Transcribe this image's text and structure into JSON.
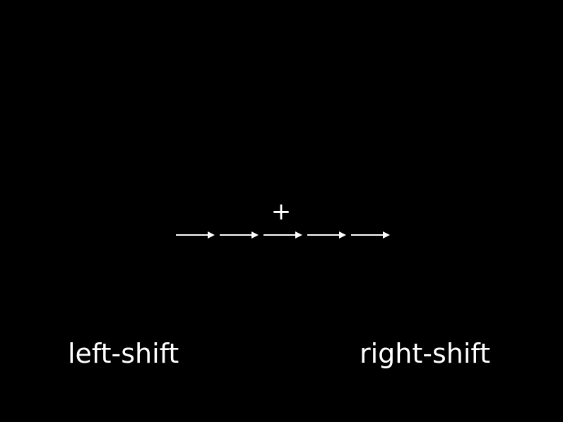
{
  "fixation": {
    "symbol": "+"
  },
  "stimulus": {
    "arrows": [
      {
        "direction": "right",
        "icon": "arrow-right-icon"
      },
      {
        "direction": "right",
        "icon": "arrow-right-icon"
      },
      {
        "direction": "right",
        "icon": "arrow-right-icon"
      },
      {
        "direction": "right",
        "icon": "arrow-right-icon"
      },
      {
        "direction": "right",
        "icon": "arrow-right-icon"
      }
    ]
  },
  "options": {
    "left_label": "left-shift",
    "right_label": "right-shift"
  },
  "colors": {
    "background": "#000000",
    "foreground": "#ffffff"
  }
}
